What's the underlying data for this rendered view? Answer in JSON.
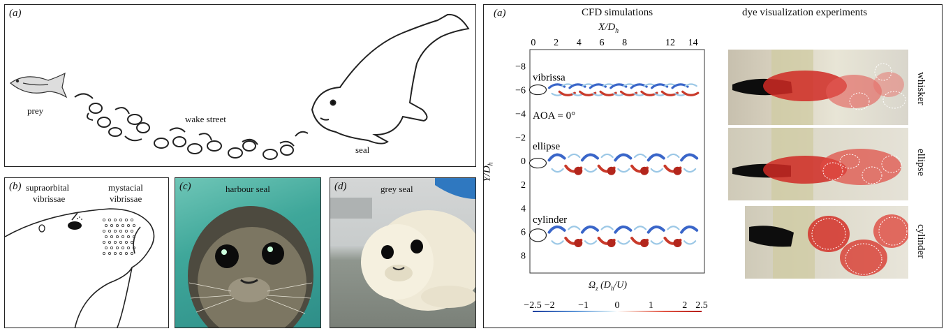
{
  "left": {
    "panel_a": {
      "label": "(a)",
      "prey": "prey",
      "wake": "wake street",
      "seal": "seal"
    },
    "panel_b": {
      "label": "(b)",
      "supra": "supraorbital",
      "supra2": "vibrissae",
      "myst": "mystacial",
      "myst2": "vibrissae"
    },
    "panel_c": {
      "label": "(c)",
      "caption": "harbour seal"
    },
    "panel_d": {
      "label": "(d)",
      "caption": "grey seal"
    }
  },
  "right": {
    "label": "(a)",
    "cfd_title": "CFD simulations",
    "dye_title": "dye visualization experiments",
    "x_axis_label": "X/D",
    "x_axis_sub": "h",
    "y_axis_label": "Y/D",
    "y_axis_sub": "h",
    "x_ticks": [
      "0",
      "2",
      "4",
      "6",
      "8",
      "12",
      "14"
    ],
    "y_ticks": [
      "−8",
      "−6",
      "−4",
      "−2",
      "0",
      "2",
      "4",
      "6",
      "8"
    ],
    "rows": [
      "vibrissa",
      "ellipse",
      "cylinder"
    ],
    "aoa": "AOA = 0°",
    "dye_rows": [
      "whisker",
      "ellipse",
      "cylinder"
    ],
    "colorbar_label": "Ω",
    "colorbar_label_sub": "z",
    "colorbar_label_rest": "(D",
    "colorbar_label_rest_sub": "h",
    "colorbar_label_end": "/U)",
    "colorbar_ticks": [
      "−2.5",
      "−2",
      "−1",
      "0",
      "1",
      "2",
      "2.5"
    ],
    "colors": {
      "neg": "#2f5fc4",
      "pos": "#d22a1f",
      "zero": "#ffffff"
    }
  }
}
